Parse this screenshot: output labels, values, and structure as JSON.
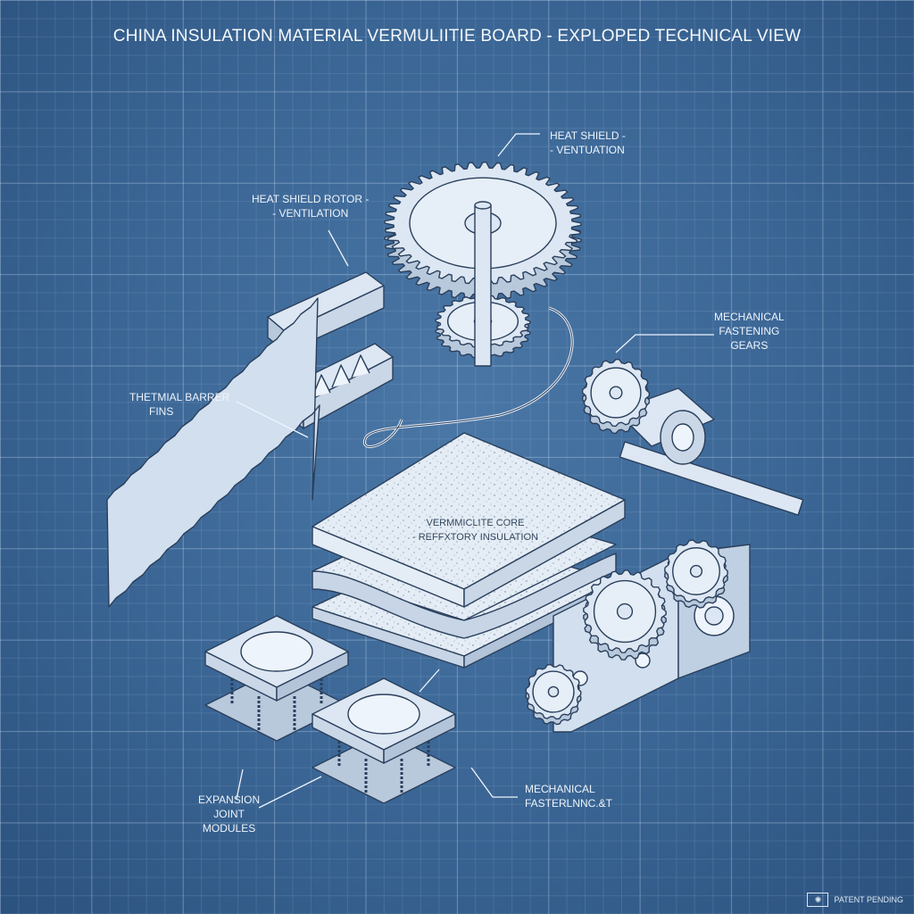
{
  "title": "CHINA INSULATION MATERIAL VERMULIITIE BOARD - EXPLOPED TECHNICAL VIEW",
  "labels": {
    "heat_shield_top": [
      "HEAT SHIELD -",
      "- VENTUATION"
    ],
    "heat_shield_rotor": [
      "HEAT SHIELD ROTOR -",
      "- VENTILATION"
    ],
    "mechanical_gears": [
      "MECHANICAL",
      "FASTENING",
      "GEARS"
    ],
    "thermal_barrier": [
      "THETMIAL BARRER",
      "FINS"
    ],
    "core": [
      "VERMMICLITE CORE",
      "- REFFXTORY INSULATION"
    ],
    "expansion": [
      "EXPANSION",
      "JOINT",
      "MODULES"
    ],
    "mechanical_bottom": [
      "MECHANICAL",
      "FASTERLNNC.&T"
    ]
  },
  "footer": {
    "patent": "PATENT PENDING",
    "icon": "seal-icon"
  },
  "colors": {
    "background": "#3a6594",
    "line": "#eef4fb",
    "part_fill": "#dce7f3",
    "part_stroke": "#2a3f5c"
  }
}
